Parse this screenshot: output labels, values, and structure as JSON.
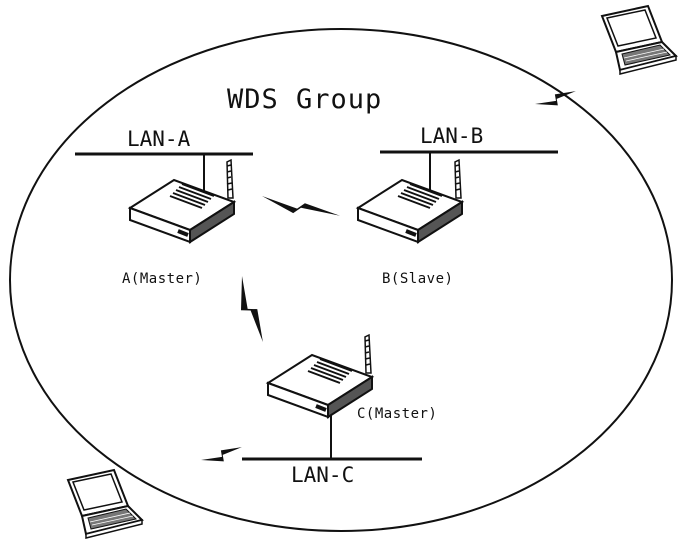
{
  "diagram": {
    "title": "WDS Group",
    "lans": {
      "a": "LAN-A",
      "b": "LAN-B",
      "c": "LAN-C"
    },
    "nodes": {
      "a": "A(Master)",
      "b": "B(Slave)",
      "c": "C(Master)"
    }
  }
}
